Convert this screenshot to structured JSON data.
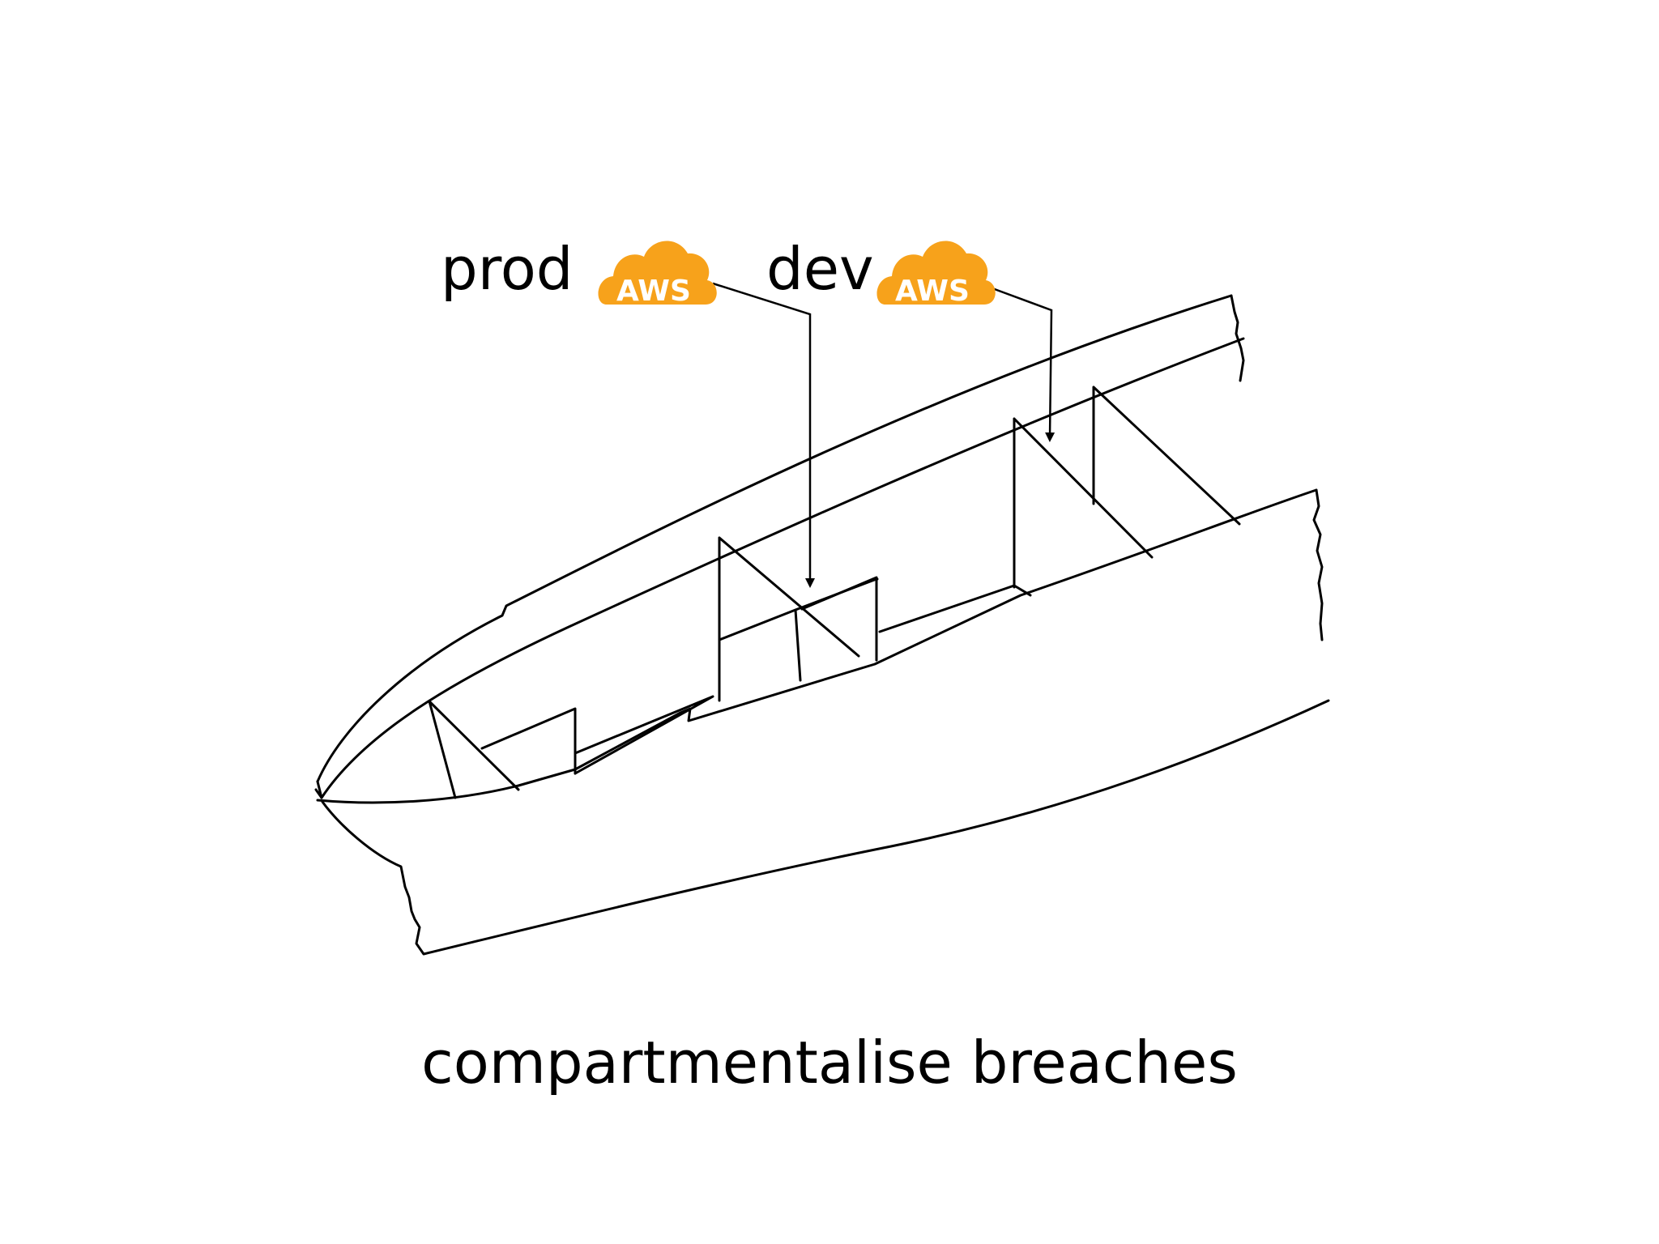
{
  "labels": {
    "prod": "prod",
    "dev": "dev"
  },
  "badges": {
    "prod_text": "AWS",
    "dev_text": "AWS",
    "color": "#F7A21B",
    "icon": "aws-cloud-icon"
  },
  "caption": "compartmentalise breaches",
  "colors": {
    "background": "#FFFFFF",
    "ink": "#000000"
  }
}
